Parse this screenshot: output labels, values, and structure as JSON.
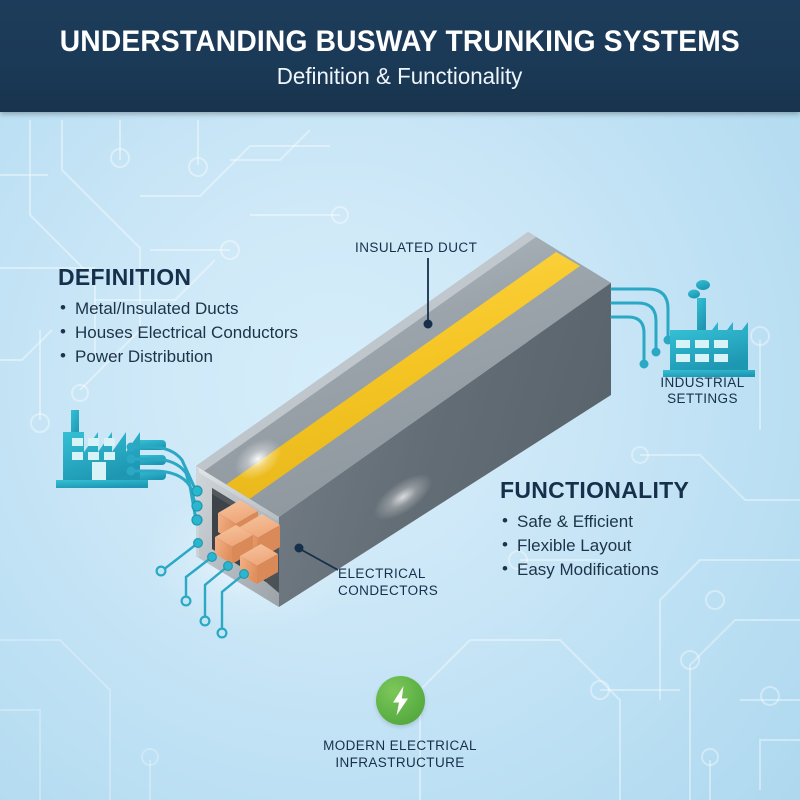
{
  "header": {
    "title": "UNDERSTANDING BUSWAY TRUNKING SYSTEMS",
    "subtitle": "Definition & Functionality"
  },
  "definition": {
    "title": "DEFINITION",
    "bullets": [
      "Metal/Insulated Ducts",
      "Houses Electrical Conductors",
      "Power Distribution"
    ]
  },
  "functionality": {
    "title": "FUNCTIONALITY",
    "bullets": [
      "Safe & Efficient",
      "Flexible Layout",
      "Easy Modifications"
    ]
  },
  "callouts": {
    "insulated_duct": "INSULATED DUCT",
    "electrical_conductors_line1": "ELECTRICAL",
    "electrical_conductors_line2": "CONDECTORS",
    "industrial_settings_line1": "INDUSTRIAL",
    "industrial_settings_line2": "SETTINGS",
    "modern_infrastructure_line1": "MODERN ELECTRICAL",
    "modern_infrastructure_line2": "INFRASTRUCTURE"
  },
  "icons": {
    "factory_left": "factory-icon",
    "factory_right": "factory-icon",
    "lightning_bolt": "lightning-bolt-icon"
  },
  "colors": {
    "header_navy": "#1b3a57",
    "background_blue": "#c3e4f4",
    "teal_wire": "#2aa8c4",
    "factory_teal": "#2ab6cc",
    "duct_grey_top": "#9aa3a9",
    "duct_grey_side": "#6e7880",
    "duct_stripe_yellow": "#f5cb2e",
    "copper": "#ef9f6e",
    "badge_green": "#5fb246",
    "text_navy": "#16304b"
  }
}
